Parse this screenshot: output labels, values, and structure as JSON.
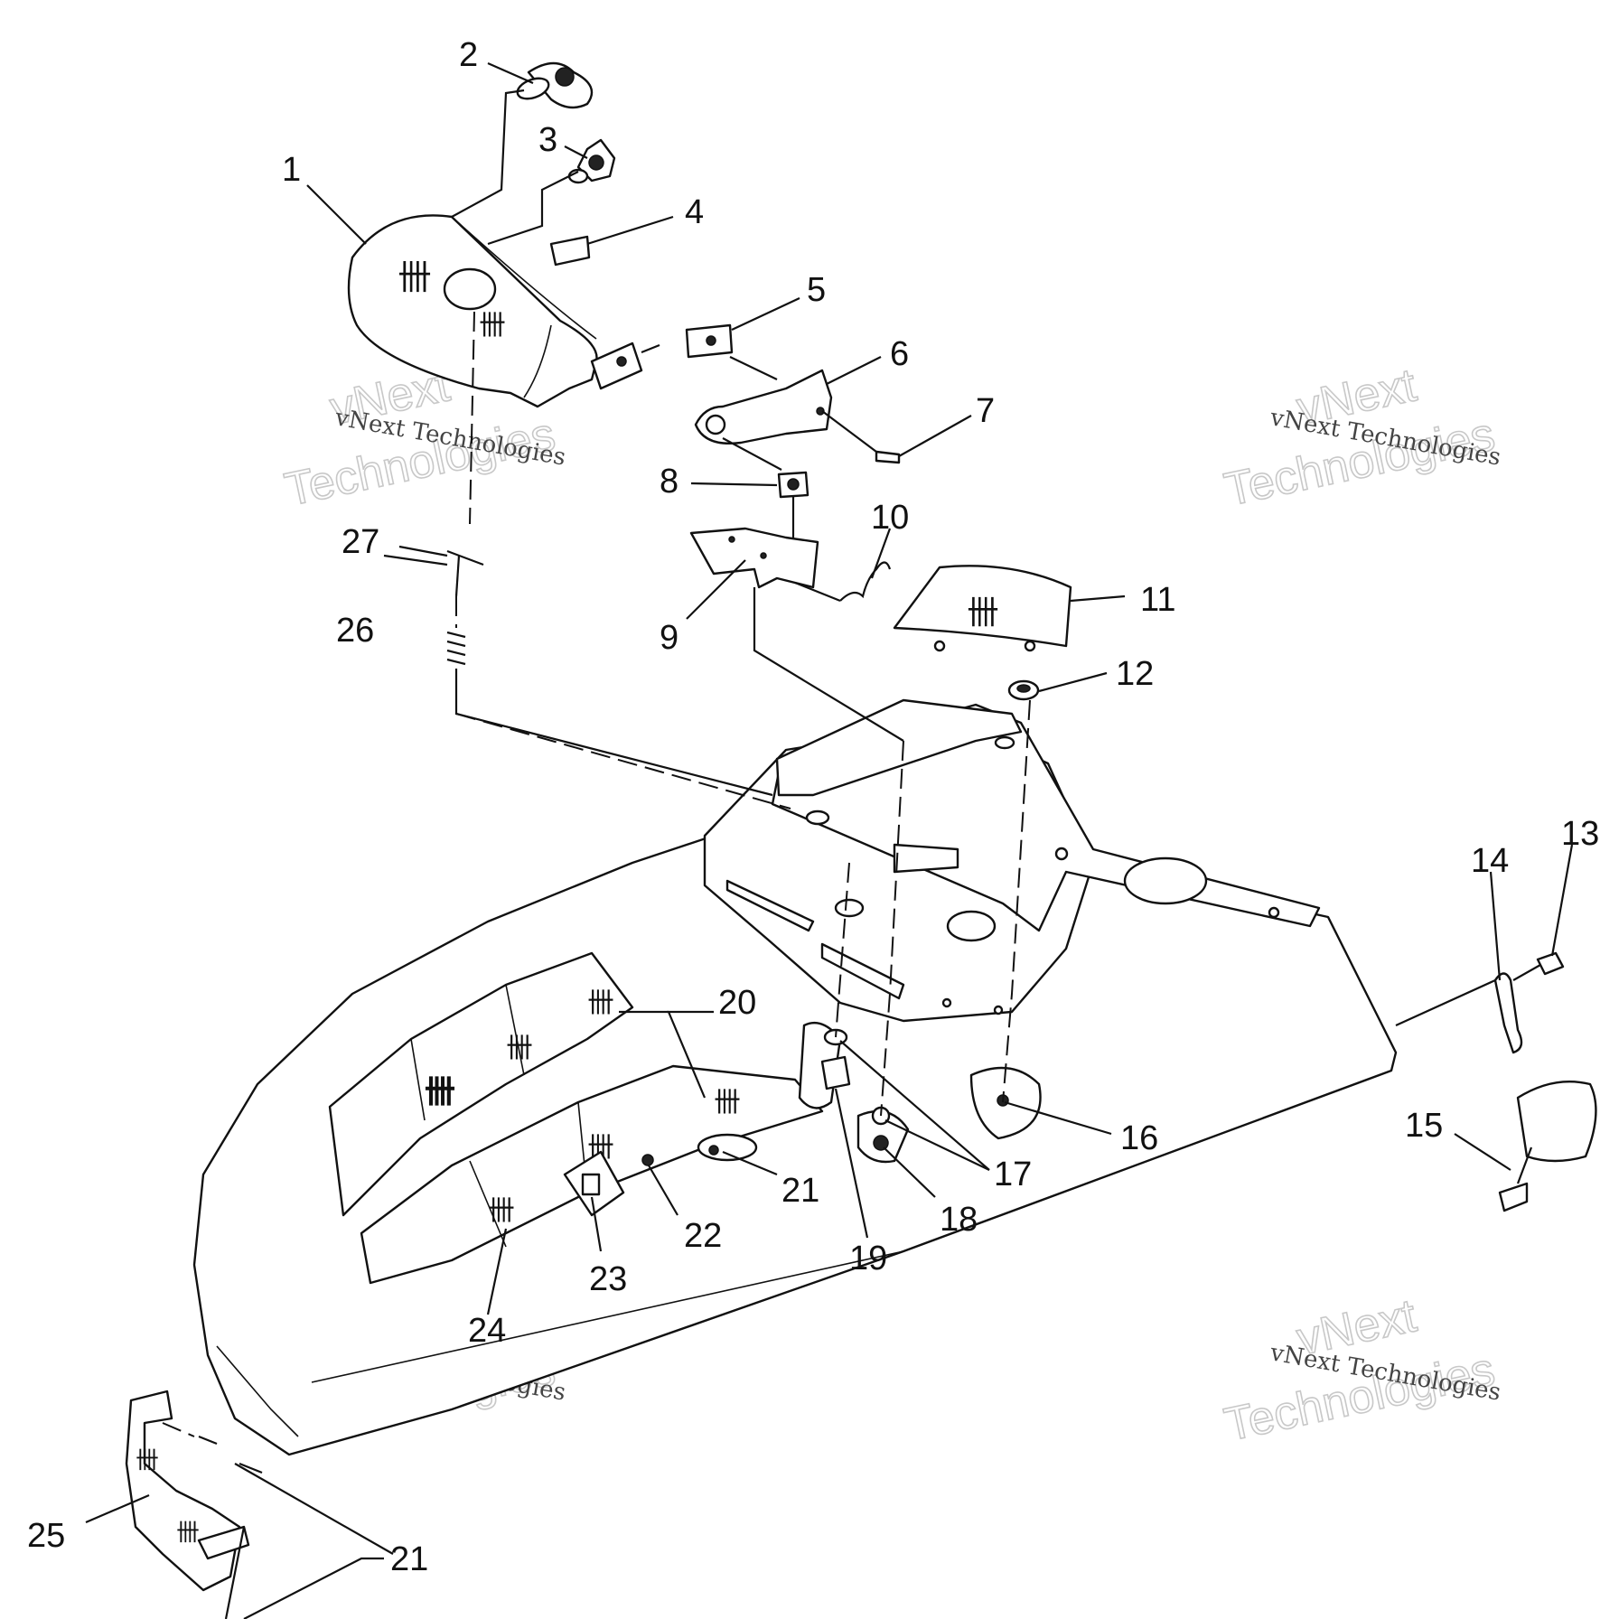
{
  "callouts": [
    "1",
    "2",
    "3",
    "4",
    "5",
    "6",
    "7",
    "8",
    "9",
    "10",
    "11",
    "12",
    "13",
    "14",
    "15",
    "16",
    "17",
    "18",
    "19",
    "20",
    "21",
    "21",
    "22",
    "23",
    "24",
    "25",
    "26",
    "27"
  ],
  "watermark": {
    "small": "vNext Technologies",
    "big_line1": "vNext",
    "big_line2": "Technologies"
  }
}
